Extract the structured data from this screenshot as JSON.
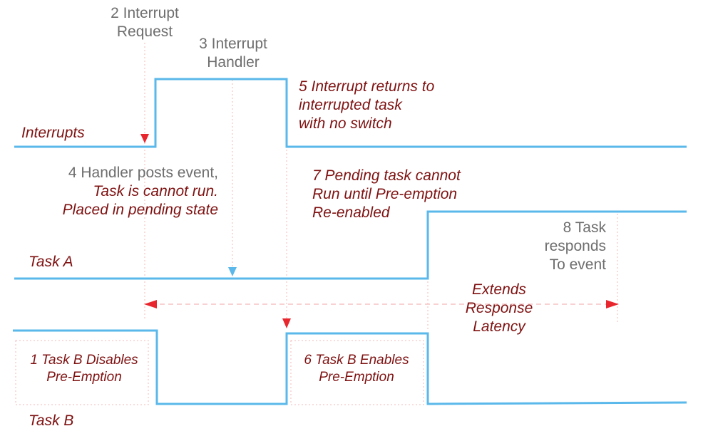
{
  "colors": {
    "signal": "#5ab8ea",
    "marker": "#e8262d",
    "guide": "#f3b8b8",
    "label_gray": "#6e6e6e",
    "label_red": "#7f1111"
  },
  "lanes": {
    "interrupts": "Interrupts",
    "task_a": "Task A",
    "task_b": "Task B"
  },
  "steps": {
    "s1": [
      "1 Task B Disables",
      "Pre-Emption"
    ],
    "s2": [
      "2 Interrupt",
      "Request"
    ],
    "s3": [
      "3 Interrupt",
      "Handler"
    ],
    "s4": [
      "4 Handler posts event,",
      "Task is cannot run.",
      "Placed in pending state"
    ],
    "s5": [
      "5 Interrupt returns to",
      "interrupted task",
      "with no switch"
    ],
    "s6": [
      "6 Task B Enables",
      "Pre-Emption"
    ],
    "s7": [
      "7 Pending task cannot",
      "Run until Pre-emption",
      "Re-enabled"
    ],
    "s8": [
      "8 Task",
      "responds",
      "To event"
    ]
  },
  "latency_label": [
    "Extends",
    "Response",
    "Latency"
  ]
}
